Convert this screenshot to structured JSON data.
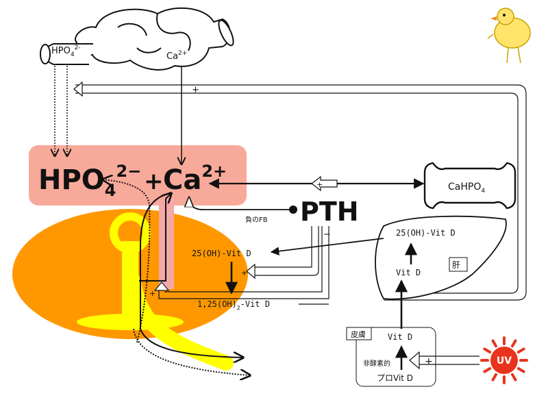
{
  "intestine": {
    "phosphate_label": "HPO",
    "phosphate_sub": "4",
    "phosphate_sup": "2-",
    "calcium_label": "Ca",
    "calcium_sup": "2+"
  },
  "blood": {
    "phosphate_label": "HPO",
    "phosphate_sub": "4",
    "phosphate_sup": "2−",
    "plus": "+",
    "calcium_label": "Ca",
    "calcium_sup": "2+",
    "color": "#f7a99a"
  },
  "bone": {
    "color": "#ff9800",
    "highlight_color": "#ffff00",
    "cell_color": "#f4a8a8"
  },
  "complex": {
    "label": "CaHPO",
    "sub": "4"
  },
  "hormone": {
    "label": "PTH",
    "feedback_label": "負のFB"
  },
  "kidney": {
    "vitd25_label": "25(OH)-Vit D",
    "vitd125_prefix": "1,25(OH)",
    "vitd125_sub": "2",
    "vitd125_suffix": "-Vit D"
  },
  "liver": {
    "label": "肝",
    "vitd25_label": "25(OH)-Vit D",
    "vitd_label": "Vit D"
  },
  "skin": {
    "label": "皮膚",
    "vitd_label": "Vit D",
    "provitd_label": "プロVit D",
    "nonenzymatic_label": "非酵素的"
  },
  "sun": {
    "label": "UV",
    "color": "#e8341c"
  },
  "signs": {
    "plus": "+",
    "minus": "−"
  }
}
